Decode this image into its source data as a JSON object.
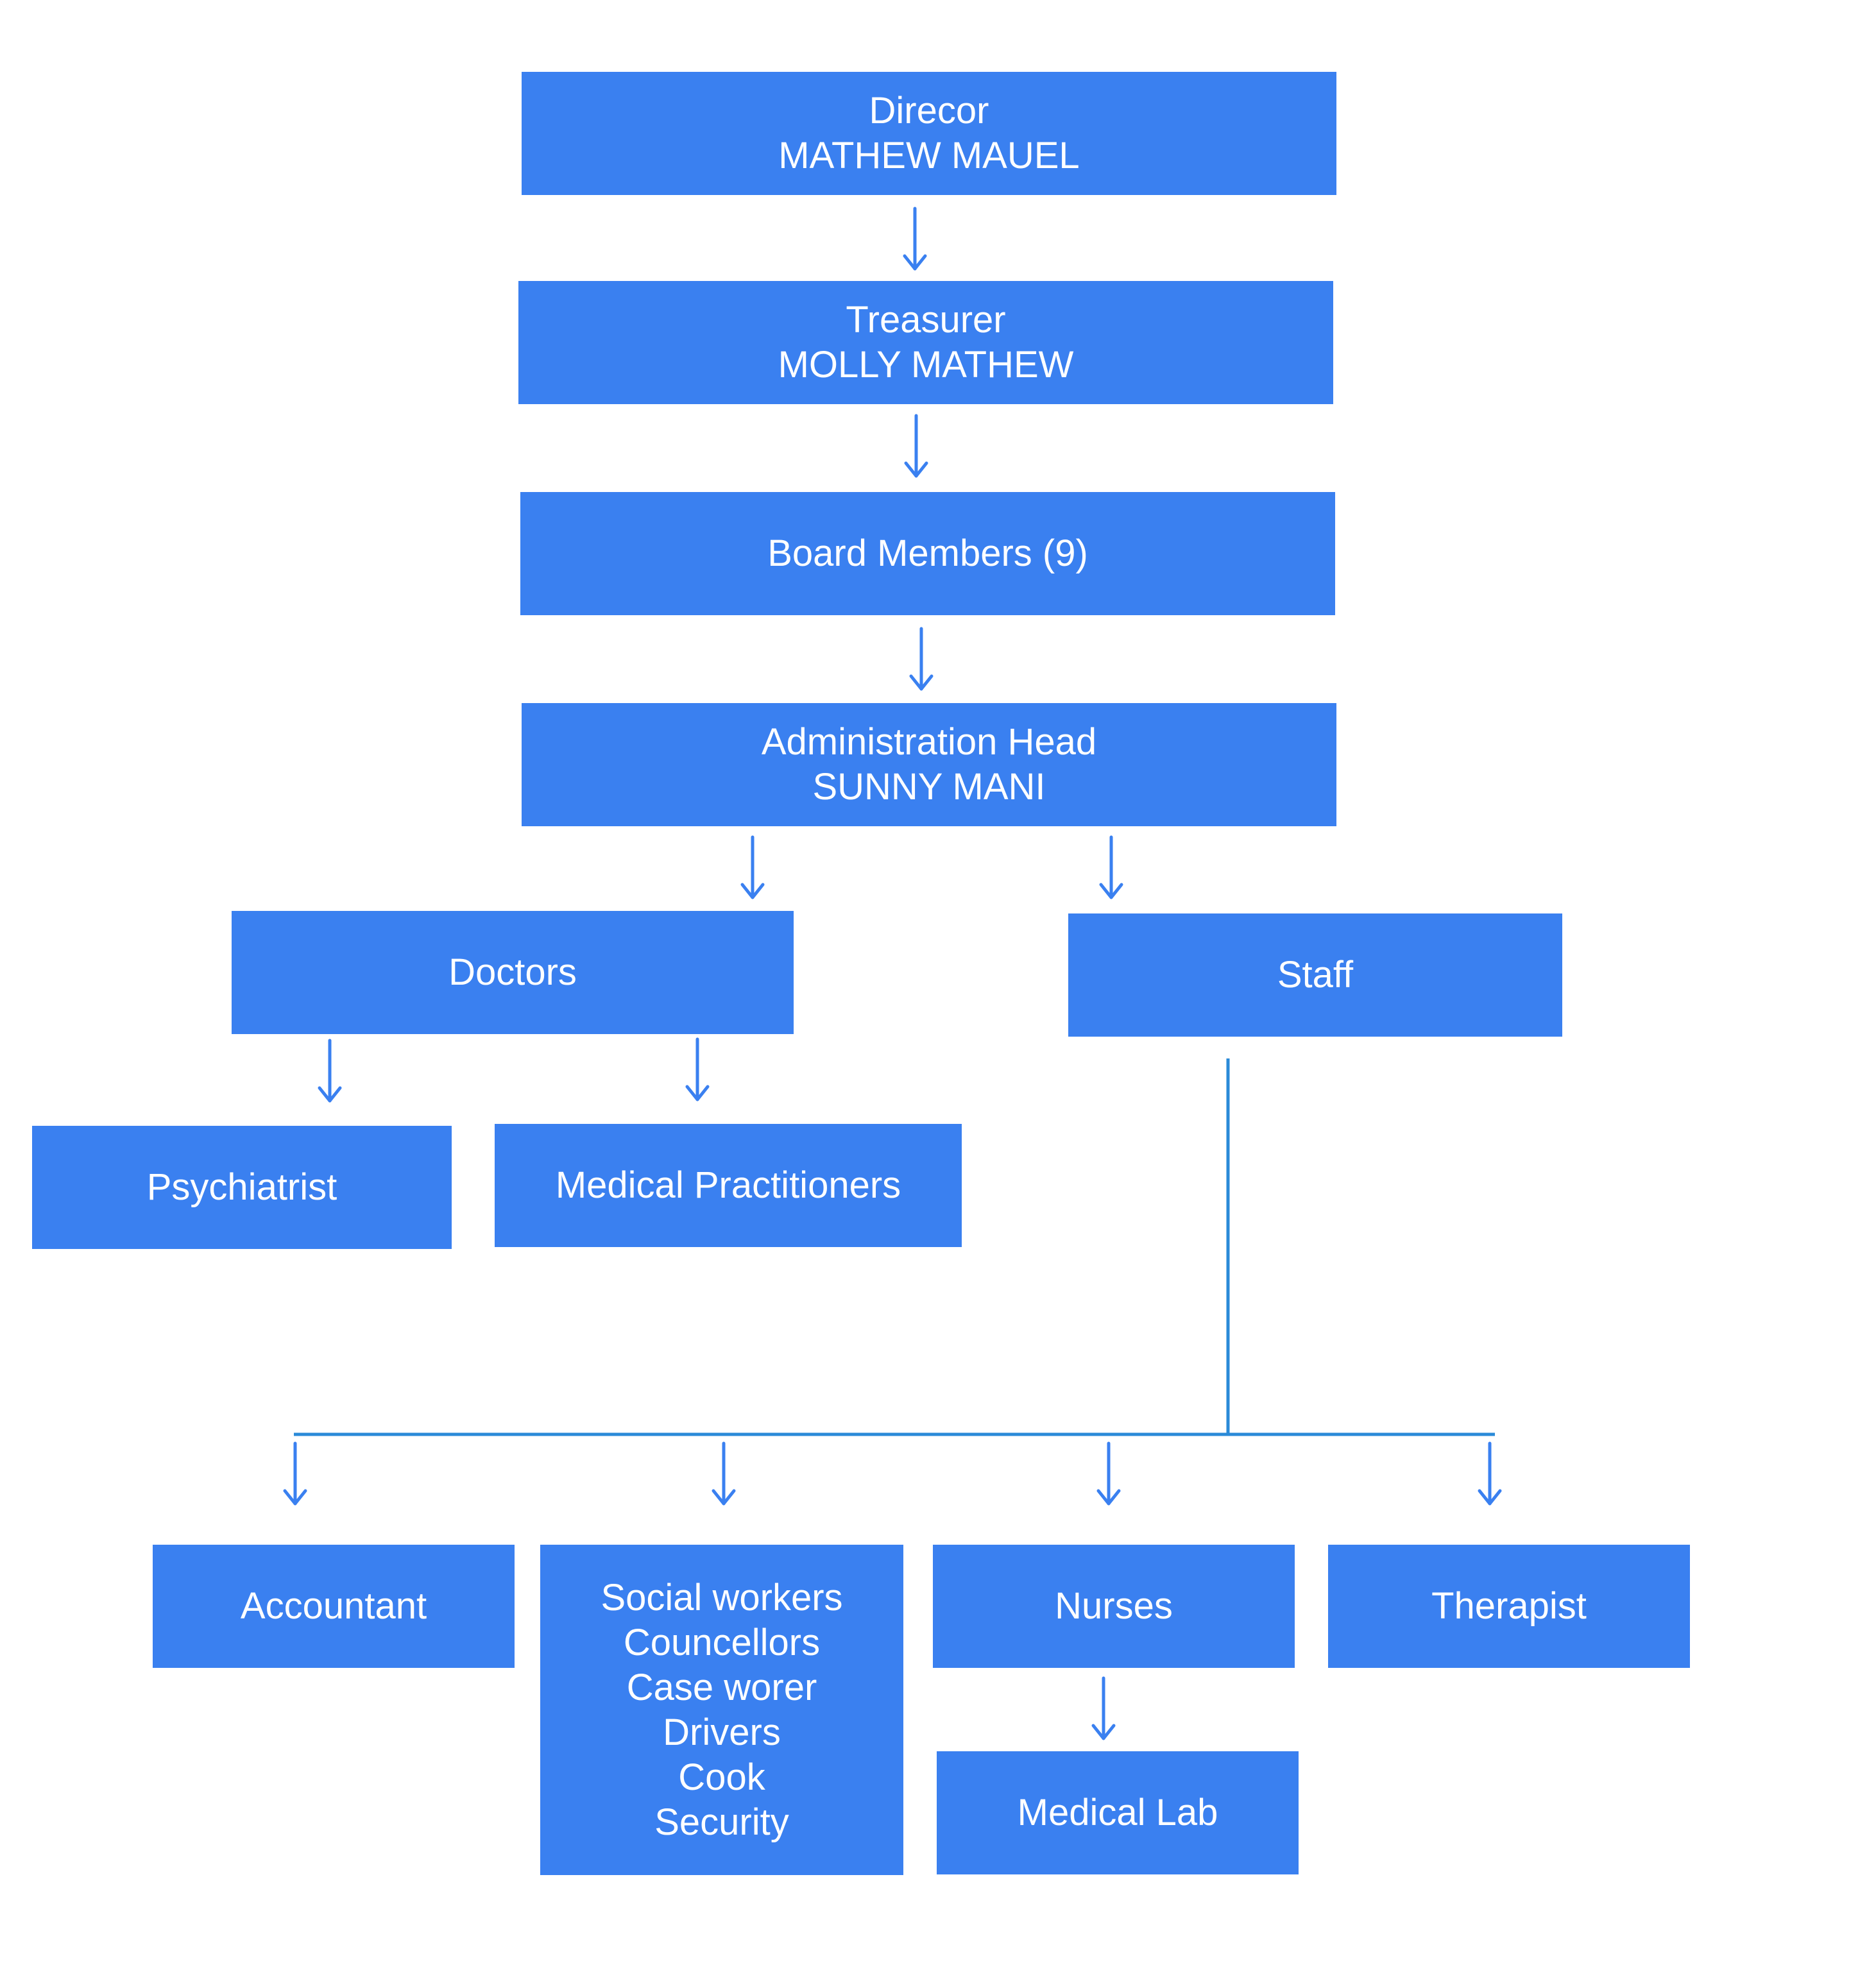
{
  "diagram": {
    "nodes": {
      "director": {
        "lines": [
          "Direcor",
          "MATHEW MAUEL"
        ]
      },
      "treasurer": {
        "lines": [
          "Treasurer",
          "MOLLY MATHEW"
        ]
      },
      "board": {
        "lines": [
          "Board Members (9)"
        ]
      },
      "admin": {
        "lines": [
          "Administration Head",
          "SUNNY MANI"
        ]
      },
      "doctors": {
        "lines": [
          "Doctors"
        ]
      },
      "staff": {
        "lines": [
          "Staff"
        ]
      },
      "psychiatrist": {
        "lines": [
          "Psychiatrist"
        ]
      },
      "medical_practitioners": {
        "lines": [
          "Medical Practitioners"
        ]
      },
      "accountant": {
        "lines": [
          "Accountant"
        ]
      },
      "support_staff": {
        "lines": [
          "Social workers",
          "Councellors",
          "Case worer",
          "Drivers",
          "Cook",
          "Security"
        ]
      },
      "nurses": {
        "lines": [
          "Nurses"
        ]
      },
      "therapist": {
        "lines": [
          "Therapist"
        ]
      },
      "medical_lab": {
        "lines": [
          "Medical Lab"
        ]
      }
    },
    "edges": [
      {
        "from": "director",
        "to": "treasurer"
      },
      {
        "from": "treasurer",
        "to": "board"
      },
      {
        "from": "board",
        "to": "admin"
      },
      {
        "from": "admin",
        "to": "doctors"
      },
      {
        "from": "admin",
        "to": "staff"
      },
      {
        "from": "doctors",
        "to": "psychiatrist"
      },
      {
        "from": "doctors",
        "to": "medical_practitioners"
      },
      {
        "from": "staff",
        "to": "accountant"
      },
      {
        "from": "staff",
        "to": "support_staff"
      },
      {
        "from": "staff",
        "to": "nurses"
      },
      {
        "from": "staff",
        "to": "therapist"
      },
      {
        "from": "nurses",
        "to": "medical_lab"
      }
    ],
    "colors": {
      "box": "#3a80f0",
      "text": "#ffffff",
      "connector": "#3a80f0",
      "tree_line": "#2a8ad8"
    }
  }
}
